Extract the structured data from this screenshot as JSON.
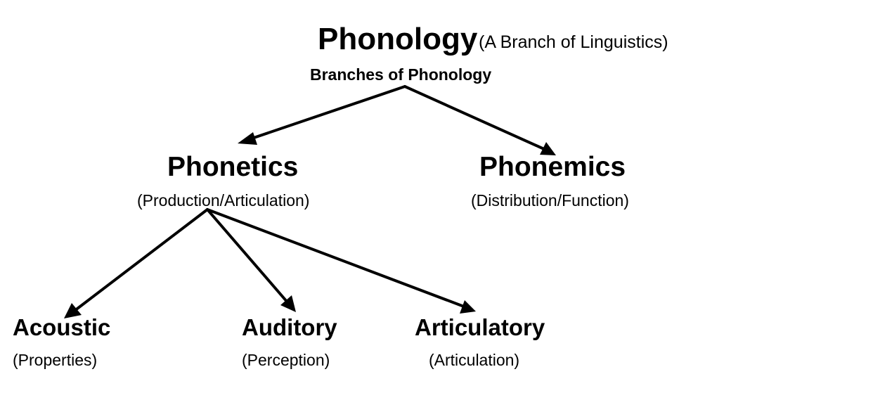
{
  "title": "Phonology",
  "subtitle": "(A  Branch of Linguistics)",
  "branches_heading": "Branches of Phonology",
  "nodes": {
    "phonetics": {
      "label": "Phonetics",
      "note": "(Production/Articulation)"
    },
    "phonemics": {
      "label": "Phonemics",
      "note": "(Distribution/Function)"
    },
    "acoustic": {
      "label": "Acoustic",
      "note": "(Properties)"
    },
    "auditory": {
      "label": "Auditory",
      "note": "(Perception)"
    },
    "articulatory": {
      "label": "Articulatory",
      "note": "(Articulation)"
    }
  },
  "colors": {
    "text": "#000000",
    "arrow": "#000000",
    "background": "#ffffff"
  }
}
